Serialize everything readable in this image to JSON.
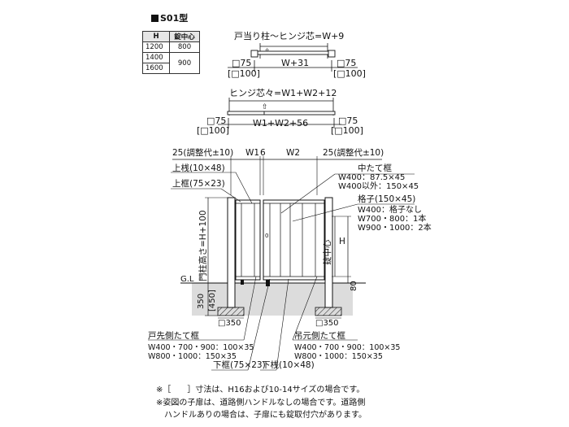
{
  "model_title": "S01型",
  "spec_table": {
    "headers": [
      "H",
      "錠中心"
    ],
    "rows": [
      {
        "h": "1200",
        "lock": "800"
      },
      {
        "h": "1400",
        "lock": "900"
      },
      {
        "h": "1600",
        "lock": ""
      }
    ]
  },
  "single_gate": {
    "top_dim": "戸当り柱～ヒンジ芯=W+9",
    "inner_dim": "W+31",
    "left_post": "□75",
    "left_post_alt": "[□100]",
    "right_post": "□75",
    "right_post_alt": "[□100]"
  },
  "double_gate": {
    "top_dim": "ヒンジ芯々=W1+W2+12",
    "inner_dim": "W1+W2+56",
    "left_post": "□75",
    "left_post_alt": "[□100]",
    "right_post": "□75",
    "right_post_alt": "[□100]"
  },
  "elevation": {
    "adjust_left": "25(調整代±10)",
    "adjust_right": "25(調整代±10)",
    "w1": "W1",
    "gap": "6",
    "w2": "W2",
    "top_rail": "上桟(10×48)",
    "top_frame": "上框(75×23)",
    "mid_frame": "中たて框",
    "mid_frame_w400": "W400：87.5×45",
    "mid_frame_other": "W400以外：150×45",
    "lattice": "格子(150×45)",
    "lattice_w400": "W400：格子なし",
    "lattice_w700": "W700・800：1本",
    "lattice_w900": "W900・1000：2本",
    "post_height": "門柱高さ=H+100",
    "lock_center": "錠中心",
    "h_label": "H",
    "dim_80": "80",
    "gl": "G.L",
    "depth_350": "350",
    "depth_450": "[450]",
    "post_foot_left": "□350",
    "post_foot_right": "□350",
    "handle_mark": "0",
    "latch_frame_title": "戸先側たて框",
    "latch_frame_sizes1": "W400・700・900：100×35",
    "latch_frame_sizes2": "W800・1000：150×35",
    "hinge_frame_title": "吊元側たて框",
    "hinge_frame_sizes1": "W400・700・900：100×35",
    "hinge_frame_sizes2": "W800・1000：150×35",
    "bottom_frame": "下框(75×23)",
    "bottom_rail": "下桟(10×48)"
  },
  "notes": {
    "line1": "※［　　］寸法は、H16および10-14サイズの場合です。",
    "line2": "※姿図の子扉は、道路側ハンドルなしの場合です。道路側",
    "line3": "　ハンドルありの場合は、子扉にも錠取付穴があります。"
  }
}
